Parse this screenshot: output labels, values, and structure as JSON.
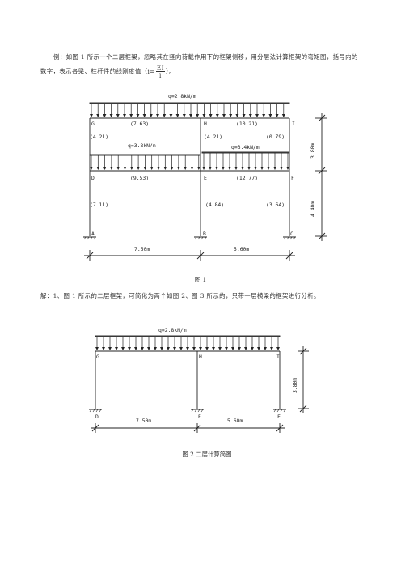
{
  "intro": {
    "text_before": "例：如图 1 所示一个二层框架，忽略其在竖向荷载作用下的框架侧移，用分层法计算框架的弯矩图，括号内的数字，表示各梁、柱杆件的线刚度值（",
    "formula_lhs": "i",
    "formula_eq": "=",
    "formula_num": "EI",
    "formula_den": "l",
    "text_after": "）。"
  },
  "figure1": {
    "caption": "图 1",
    "load_top": "q=2.8kN/m",
    "load_left": "q=3.8kN/m",
    "load_right": "q=3.4kN/m",
    "nodes": {
      "G": "G",
      "H": "H",
      "I": "I",
      "D": "D",
      "E": "E",
      "F": "F",
      "A": "A",
      "B": "B",
      "C": "C"
    },
    "stiffness": {
      "GH": "(7.63)",
      "HI": "(10.21)",
      "GD": "(4.21)",
      "HE": "(4.21)",
      "IF": "(0.79)",
      "DE": "(9.53)",
      "EF": "(12.77)",
      "DA": "(7.11)",
      "EB": "(4.84)",
      "FC": "(3.64)"
    },
    "dims": {
      "span1": "7.50m",
      "span2": "5.60m",
      "h_top": "3.80m",
      "h_bottom": "4.40m"
    }
  },
  "solution": {
    "text": "解：1、图 1 所示的二层框架，可简化为两个如图 2、图 3 所示的，只带一层横梁的框架进行分析。"
  },
  "figure2": {
    "caption": "图 2  二层计算简图",
    "load": "q=2.8kN/m",
    "nodes": {
      "G": "G",
      "H": "H",
      "I": "I",
      "D": "D",
      "E": "E",
      "F": "F"
    },
    "dims": {
      "span1": "7.50m",
      "span2": "5.60m",
      "height": "3.80m"
    }
  }
}
